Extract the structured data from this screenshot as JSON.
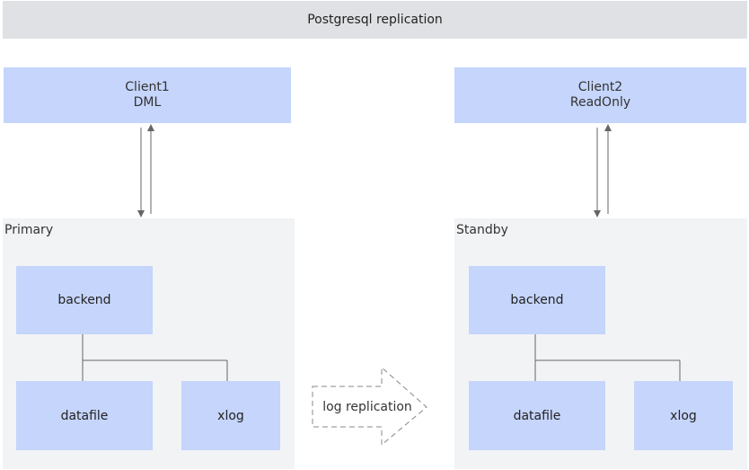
{
  "title": "Postgresql replication",
  "clients": [
    {
      "name": "Client1",
      "role": "DML"
    },
    {
      "name": "Client2",
      "role": "ReadOnly"
    }
  ],
  "servers": [
    {
      "label": "Primary",
      "nodes": [
        "backend",
        "datafile",
        "xlog"
      ]
    },
    {
      "label": "Standby",
      "nodes": [
        "backend",
        "datafile",
        "xlog"
      ]
    }
  ],
  "replication_label": "log replication",
  "colors": {
    "title_bg": "#e0e1e4",
    "box_fill": "#c5d5fb",
    "group_bg": "#f2f3f5",
    "line": "#666666"
  }
}
